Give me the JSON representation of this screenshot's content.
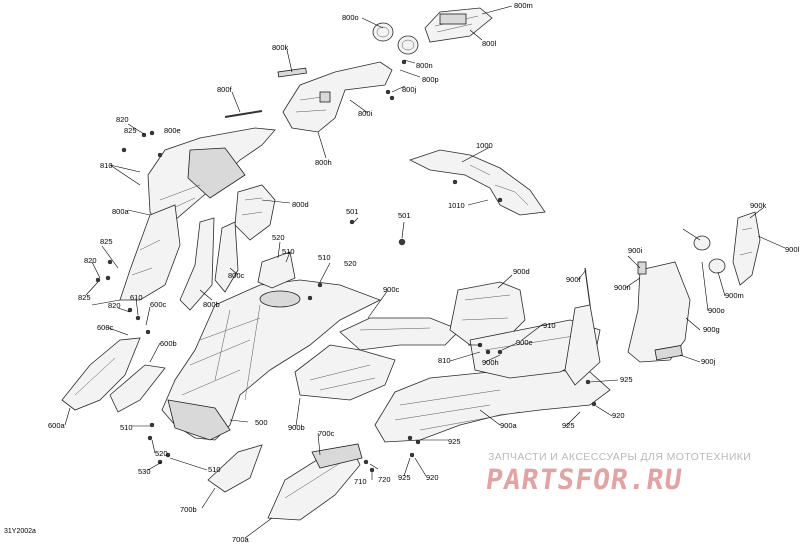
{
  "diagram": {
    "reference_code": "31Y2002a",
    "callouts": {
      "c800o": "800o",
      "c800m": "800m",
      "c800l": "800l",
      "c800n": "800n",
      "c800p": "800p",
      "c800j": "800j",
      "c800k": "800k",
      "c800f": "800f",
      "c800i": "800i",
      "c800h": "800h",
      "c820a": "820",
      "c825a": "825",
      "c800e": "800e",
      "c810a": "810",
      "c800d": "800d",
      "c800a": "800a",
      "c1000": "1000",
      "c1010": "1010",
      "c501a": "501",
      "c501b": "501",
      "c520a": "520",
      "c510a": "510",
      "c510b": "510",
      "c520b": "520",
      "c825b": "825",
      "c820b": "820",
      "c825c": "825",
      "c820c": "820",
      "c610": "610",
      "c600c1": "600c",
      "c600c2": "600c",
      "c800c": "800c",
      "c800b": "800b",
      "c900c": "900c",
      "c900d": "900d",
      "c900f": "900f",
      "c900i": "900i",
      "c900n": "900n",
      "c900k": "900k",
      "c900l": "900l",
      "c900m": "900m",
      "c900o": "900o",
      "c900g": "900g",
      "c900j": "900j",
      "c910": "910",
      "c810b": "810",
      "c900e": "900e",
      "c900h": "900h",
      "c925a": "925",
      "c920a": "920",
      "c925b": "925",
      "c900a": "900a",
      "c925c": "925",
      "c920b": "920",
      "c925d": "925",
      "c900b": "900b",
      "c600b": "600b",
      "c600a": "600a",
      "c500": "500",
      "c510c": "510",
      "c520c": "520",
      "c530": "530",
      "c510d": "510",
      "c700c": "700c",
      "c710": "710",
      "c720": "720",
      "c700b": "700b",
      "c700a": "700a"
    }
  },
  "watermark": {
    "tagline": "ЗАПЧАСТИ И АКСЕССУАРЫ ДЛЯ МОТОТЕХНИКИ",
    "brand": "PARTSFOR.RU"
  }
}
